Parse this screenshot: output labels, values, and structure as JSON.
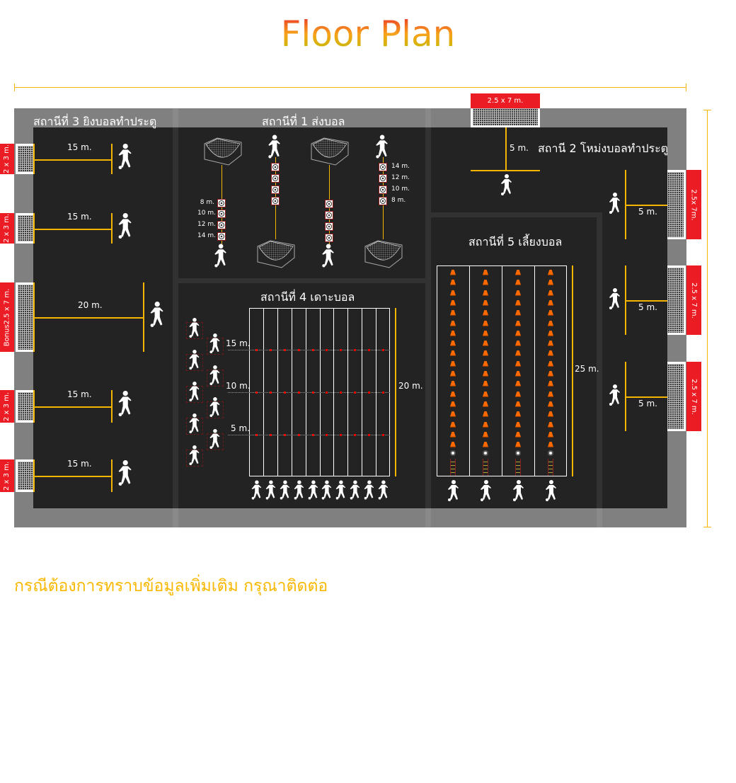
{
  "title": "Floor Plan",
  "stations": {
    "s1": {
      "label": "สถานีที่ 1 ส่งบอล",
      "distances_left": [
        "8 m.",
        "10 m.",
        "12 m.",
        "14 m."
      ],
      "distances_right": [
        "14 m.",
        "12 m.",
        "10 m.",
        "8 m."
      ]
    },
    "s2": {
      "label": "สถานี 2 โหม่งบอลทำประตู",
      "top_goal": "2.5 x 7 m.",
      "top_dist": "5 m.",
      "right_goals": [
        {
          "size": "2.5x 7m.",
          "dist": "5 m."
        },
        {
          "size": "2.5 x 7 m.",
          "dist": "5 m."
        },
        {
          "size": "2.5 x 7 m.",
          "dist": "5 m."
        }
      ]
    },
    "s3": {
      "label": "สถานีที่ 3 ยิงบอลทำประตู",
      "goals": [
        {
          "size": "2 x 3 m.",
          "dist": "15 m."
        },
        {
          "size": "2 x 3 m.",
          "dist": "15 m."
        },
        {
          "size": "Bonus2.5 x 7 m.",
          "dist": "20 m."
        },
        {
          "size": "2 x 3 m.",
          "dist": "15 m."
        },
        {
          "size": "2 x 3 m.",
          "dist": "15 m."
        }
      ]
    },
    "s4": {
      "label": "สถานีที่ 4 เดาะบอล",
      "marks": [
        "15 m.",
        "10 m.",
        "5 m."
      ],
      "length": "20 m.",
      "lanes": 10
    },
    "s5": {
      "label": "สถานีที่ 5 เลี้ยงบอล",
      "length": "25 m.",
      "lanes": 4,
      "cones_per_lane": 18
    }
  },
  "footer": "กรณีต้องการทราบข้อมูลเพิ่มเติม กรุณาติดต่อ",
  "colors": {
    "accent": "#f5b400",
    "red": "#ec1c24",
    "floor": "#232323",
    "border": "#808080",
    "cone": "#ff6a00"
  }
}
